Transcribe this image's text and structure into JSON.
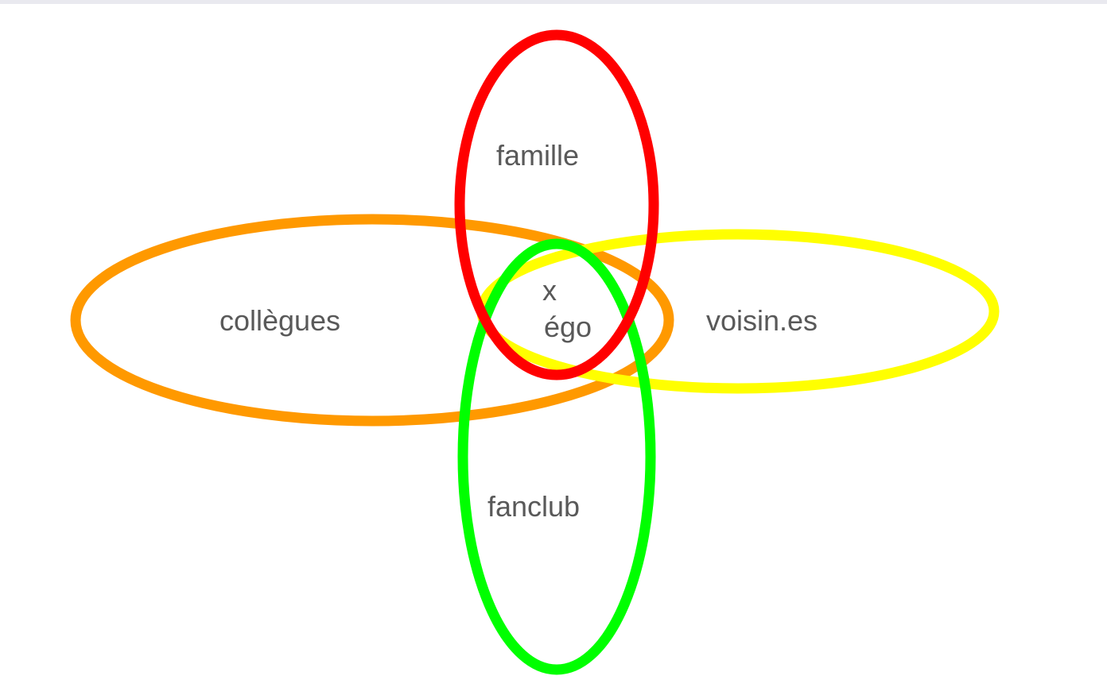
{
  "diagram": {
    "sets": [
      {
        "id": "collegues",
        "label": "collègues",
        "color": "#ff9900"
      },
      {
        "id": "voisins",
        "label": "voisin.es",
        "color": "#ffff00"
      },
      {
        "id": "fanclub",
        "label": "fanclub",
        "color": "#00ff00"
      },
      {
        "id": "famille",
        "label": "famille",
        "color": "#ff0000"
      }
    ],
    "center": {
      "marker": "x",
      "label": "égo"
    },
    "text_color": "#595959"
  }
}
